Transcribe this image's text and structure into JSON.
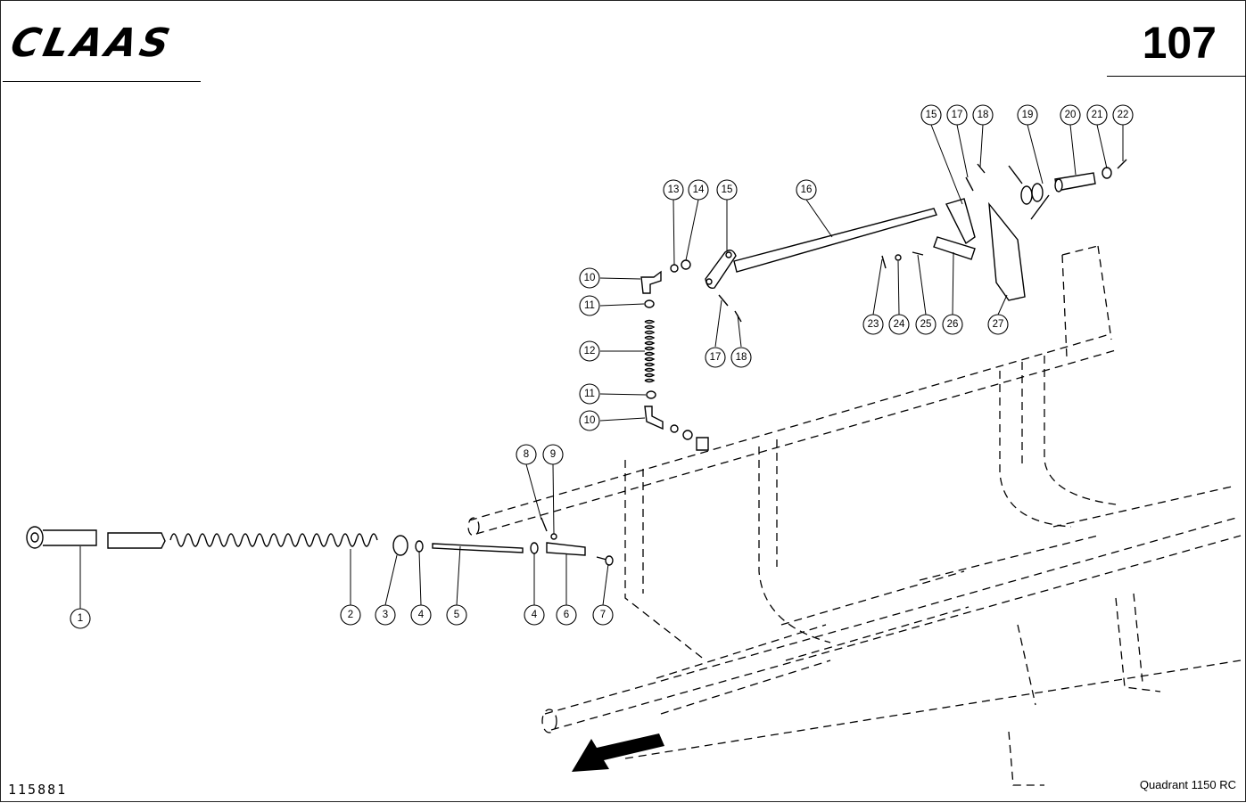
{
  "header": {
    "brand": "CLAAS",
    "page_number": "107"
  },
  "footer": {
    "drawing_number": "115881",
    "model": "Quadrant 1150 RC"
  },
  "callouts": [
    "1",
    "2",
    "3",
    "4",
    "5",
    "4",
    "6",
    "7",
    "8",
    "9",
    "10",
    "11",
    "12",
    "11",
    "10",
    "13",
    "14",
    "15",
    "16",
    "17",
    "18",
    "15",
    "17",
    "18",
    "19",
    "20",
    "21",
    "22",
    "23",
    "24",
    "25",
    "26",
    "27"
  ]
}
